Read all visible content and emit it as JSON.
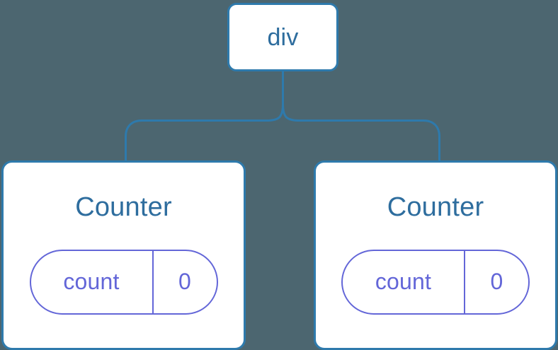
{
  "diagram": {
    "type": "component-tree",
    "background_color": "#4c6670",
    "node_border_color": "#2e7aac",
    "node_fill_color": "#ffffff",
    "node_text_color": "#2e6d9e",
    "state_accent_color": "#6366d8",
    "connector_color": "#2e7aac",
    "root": {
      "label": "div",
      "icon": "none"
    },
    "children": [
      {
        "title": "Counter",
        "state": {
          "key": "count",
          "value": "0"
        }
      },
      {
        "title": "Counter",
        "state": {
          "key": "count",
          "value": "0"
        }
      }
    ]
  }
}
